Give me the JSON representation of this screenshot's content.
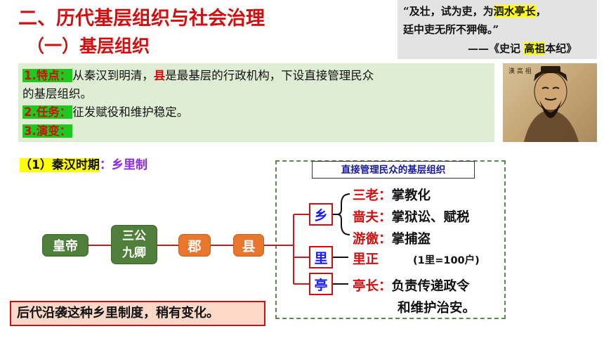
{
  "title": "二、历代基层组织与社会治理",
  "subtitle": "（一）基层组织",
  "quote": {
    "line1_pre": "“及壮，试为吏，为",
    "line1_hl": "泗水亭长",
    "line1_post": "，",
    "line2": "廷中吏无所不狎侮。”",
    "source_pre": "——《史记 ",
    "source_hl": "高祖",
    "source_post": "本纪》"
  },
  "info": {
    "item1_key": "1.特点：",
    "item1_pre": "从秦汉到明清，",
    "item1_hl": "县",
    "item1_post": "是最基层的行政机构，下设直接管理民众",
    "item1_line2": "的基层组织。",
    "item2_key": "2.任务：",
    "item2_text": "征发赋役和维护稳定。",
    "item3_key": "3.演变："
  },
  "period": {
    "label": "（1）秦汉时期",
    "colon": "：",
    "value": "乡里制"
  },
  "org_title": "直接管理民众的基层组织",
  "nodes": {
    "emperor": "皇帝",
    "sangong_1": "三公",
    "sangong_2": "九卿",
    "jun": "郡",
    "xian": "县",
    "xiang": "乡",
    "li": "里",
    "ting": "亭"
  },
  "roles": {
    "sanlao_key": "三老：",
    "sanlao_val": "掌教化",
    "sefu_key": "啬夫：",
    "sefu_val": "掌狱讼、赋税",
    "youjiao_key": "游徼：",
    "youjiao_val": "掌捕盗",
    "lizheng": "里正",
    "li_note": "(1里=100户)",
    "tingzhang_key": "亭长：",
    "tingzhang_val1": "负责传递政令",
    "tingzhang_val2": "和维护治安。"
  },
  "note": "后代沿袭这种乡里制度，稍有变化。"
}
